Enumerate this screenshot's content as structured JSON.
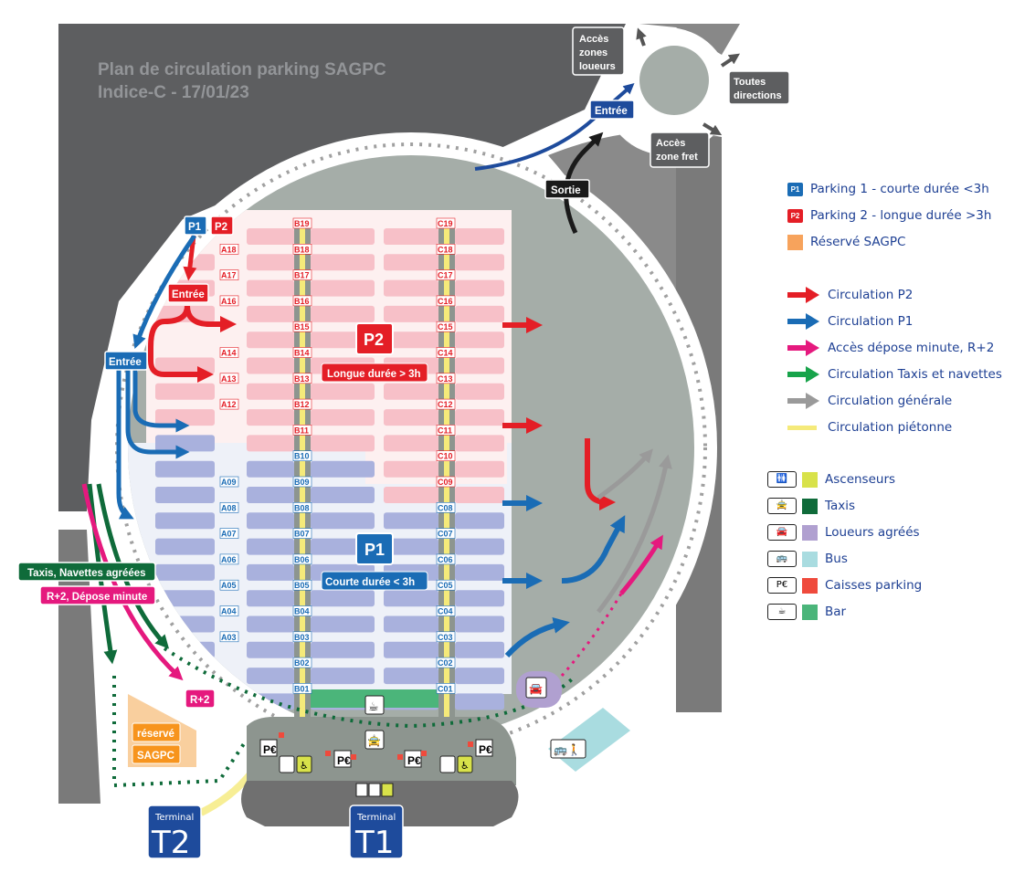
{
  "title": {
    "line1": "Plan de circulation parking SAGPC",
    "line2": "Indice-C - 17/01/23"
  },
  "colors": {
    "p1_blue": "#1a6cb5",
    "p2_red": "#e41e26",
    "sagpc_orange": "#f7a35c",
    "dark_blue_sign": "#1e4b9c",
    "taxi_green": "#0f6b3a",
    "depose_magenta": "#e5197e",
    "bar_green": "#4bb57a",
    "bus_cyan": "#a9dce0",
    "loueurs_purple": "#b0a0d0",
    "caisse_red": "#ef4a3c",
    "pedestrian_yellow": "#f5ea7a",
    "general_grey": "#9a9a9a",
    "p2_stall_pink": "#f7c0c8",
    "p1_stall_lavender": "#a9b1dd",
    "background_dark": "#5d5e60",
    "island_grey": "#a5ada8"
  },
  "road_signs": {
    "acces_loueurs": "Accès zones loueurs",
    "acces_loueurs_lines": [
      "Accès",
      "zones",
      "loueurs"
    ],
    "toutes_directions_lines": [
      "Toutes",
      "directions"
    ],
    "acces_fret_lines": [
      "Accès",
      "zone fret"
    ],
    "entree_top": "Entrée",
    "sortie": "Sortie",
    "p1_tag": "P1",
    "p2_tag": "P2",
    "entree_p2": "Entrée",
    "entree_p1": "Entrée",
    "taxis_navettes": "Taxis, Navettes agréées",
    "depose_minute": "R+2, Dépose minute",
    "r2": "R+2",
    "reserve": "réservé",
    "sagpc": "SAGPC"
  },
  "zones": {
    "p2": {
      "code": "P2",
      "label": "Longue durée > 3h"
    },
    "p1": {
      "code": "P1",
      "label": "Courte durée < 3h"
    }
  },
  "rows": {
    "a": [
      "A18",
      "A17",
      "A16",
      "A14",
      "A13",
      "A12",
      "A09",
      "A08",
      "A07",
      "A06",
      "A05",
      "A04",
      "A03"
    ],
    "b": [
      "B19",
      "B18",
      "B17",
      "B16",
      "B15",
      "B14",
      "B13",
      "B12",
      "B11",
      "B10",
      "B09",
      "B08",
      "B07",
      "B06",
      "B05",
      "B04",
      "B03",
      "B02",
      "B01"
    ],
    "c": [
      "C19",
      "C18",
      "C17",
      "C16",
      "C15",
      "C14",
      "C13",
      "C12",
      "C11",
      "C10",
      "C09",
      "C08",
      "C07",
      "C06",
      "C05",
      "C04",
      "C03",
      "C02",
      "C01"
    ]
  },
  "terminals": [
    {
      "word": "Terminal",
      "code": "T2"
    },
    {
      "word": "Terminal",
      "code": "T1"
    }
  ],
  "legend": {
    "parking": [
      {
        "badge": "P1",
        "color": "#1a6cb5",
        "label": "Parking 1 - courte durée <3h"
      },
      {
        "badge": "P2",
        "color": "#e41e26",
        "label": "Parking 2 - longue durée >3h"
      },
      {
        "badge": "",
        "color": "#f7a35c",
        "label": "Réservé SAGPC"
      }
    ],
    "circulation": [
      {
        "color": "#e41e26",
        "kind": "arrow",
        "label": "Circulation P2"
      },
      {
        "color": "#1a6cb5",
        "kind": "arrow",
        "label": "Circulation P1"
      },
      {
        "color": "#e5197e",
        "kind": "arrow",
        "label": "Accès dépose minute, R+2"
      },
      {
        "color": "#17a34a",
        "kind": "arrow",
        "label": "Circulation Taxis et navettes"
      },
      {
        "color": "#9a9a9a",
        "kind": "arrow",
        "label": "Circulation générale"
      },
      {
        "color": "#f5ea7a",
        "kind": "bar",
        "label": "Circulation piétonne"
      }
    ],
    "services": [
      {
        "icon": "elevator-icon",
        "glyph": "🚻",
        "color": "#d8e24a",
        "label": "Ascenseurs"
      },
      {
        "icon": "taxi-icon",
        "glyph": "🚖",
        "color": "#0f6b3a",
        "label": "Taxis"
      },
      {
        "icon": "rental-car-icon",
        "glyph": "🚘",
        "color": "#b0a0d0",
        "label": "Loueurs agréés"
      },
      {
        "icon": "bus-icon",
        "glyph": "🚌",
        "color": "#a9dce0",
        "label": "Bus"
      },
      {
        "icon": "parking-pay-icon",
        "glyph": "P€",
        "color": "#ef4a3c",
        "label": "Caisses parking"
      },
      {
        "icon": "coffee-icon",
        "glyph": "☕",
        "color": "#4bb57a",
        "label": "Bar"
      }
    ]
  }
}
